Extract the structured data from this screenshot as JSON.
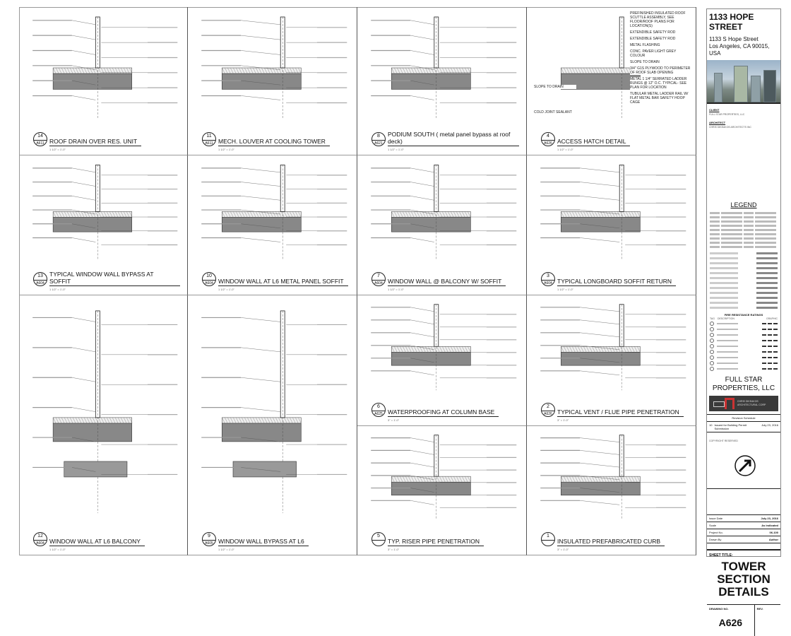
{
  "sheet": {
    "details": [
      {
        "num": "14",
        "ref": "A611",
        "title": "ROOF DRAIN OVER RES. UNIT",
        "scale": "1 1/2\" = 1'-0\""
      },
      {
        "num": "11",
        "ref": "A611",
        "title": "MECH. LOUVER AT COOLING TOWER",
        "scale": "1 1/2\" = 1'-0\""
      },
      {
        "num": "8",
        "ref": "A621",
        "title": "PODIUM SOUTH ( metal panel bypass at roof deck)",
        "scale": "1 1/2\" = 1'-0\""
      },
      {
        "num": "4",
        "ref": "A626",
        "title": "ACCESS HATCH DETAIL",
        "scale": "1 1/2\" = 1'-0\""
      },
      {
        "num": "13",
        "ref": "A604",
        "title": "TYPICAL WINDOW WALL BYPASS AT SOFFIT",
        "scale": "1 1/2\" = 1'-0\""
      },
      {
        "num": "10",
        "ref": "A604",
        "title": "WINDOW WALL AT L6 METAL PANEL SOFFIT",
        "scale": "1 1/2\" = 1'-0\""
      },
      {
        "num": "7",
        "ref": "A604",
        "title": "WINDOW WALL @ BALCONY W/ SOFFIT",
        "scale": "1 1/2\" = 1'-0\""
      },
      {
        "num": "3",
        "ref": "A604",
        "title": "TYPICAL LONGBOARD SOFFIT RETURN",
        "scale": "1 1/2\" = 1'-0\""
      },
      {
        "num": "12",
        "ref": "A604",
        "title": "WINDOW WALL AT L6 BALCONY",
        "scale": "1 1/2\" = 1'-0\""
      },
      {
        "num": "9",
        "ref": "A605",
        "title": "WINDOW WALL BYPASS AT L6",
        "scale": "1 1/2\" = 1'-0\""
      },
      {
        "num": "6",
        "ref": "A625",
        "title": "WATERPROOFING AT COLUMN BASE",
        "scale": "3\" = 1'-0\""
      },
      {
        "num": "2",
        "ref": "A626",
        "title": "TYPICAL VENT / FLUE PIPE PENETRATION",
        "scale": "3\" = 1'-0\""
      },
      {
        "num": "5",
        "ref": "",
        "title": "TYP. RISER PIPE PENETRATION",
        "scale": "3\" = 1'-0\""
      },
      {
        "num": "1",
        "ref": "",
        "title": "INSULATED PREFABRICATED CURB",
        "scale": "3\" = 1'-0\""
      }
    ],
    "access_hatch_callouts": [
      "PREFINISHED INSULATED ROOF SCUTTLE ASSEMBLY, SEE FLOOR/ROOF PLANS FOR LOCATION(S)",
      "EXTENDIBLE SAFETY ROD",
      "EXTENDIBLE SAFETY ROD",
      "METAL FLASHING",
      "CONC. PAVER LIGHT GREY COLOUR",
      "SLOPE TO DRAIN",
      "SLOPE TO DRAIN",
      "COLD JOINT SEALANT",
      "3/4\" G1S PLYWOOD TO PERIMETER OF ROOF SLAB OPENING",
      "METAL 1 1/4\" SERRATED LADDER RUNGS @ 12\" O.C. TYPICAL- SEE PLAN FOR LOCATION",
      "TUBULAR METAL LADDER RAIL W/ FLAT METAL BAR SAFETY HOOP CAGE"
    ]
  },
  "title_block": {
    "project": "1133 HOPE STREET",
    "address_1": "1133 S Hope Street",
    "address_2": "Los Angeles, CA 90015, USA",
    "client_heading": "CLIENT",
    "client_name": "FULL STAR PROPERTIES, LLC",
    "architect_heading": "ARCHITECT",
    "architect_name": "CHRIS DIKEAKOS ARCHITECTS INC",
    "legend_title": "LEGEND",
    "fire_heading": "FIRE RESISTANCE RATINGS",
    "fire_cols": [
      "TAG",
      "DESCRIPTION",
      "GRAPHIC"
    ],
    "owner": "FULL STAR PROPERTIES, LLC",
    "logo_text": "CHRIS DIKEAKOS ARCHITECTURAL CORP",
    "revision_heading": "Revision Schedule",
    "revision": {
      "no": "10",
      "desc": "Issued for Building Permit Submission",
      "date": "July 23, 2016"
    },
    "copyright_heading": "COPYRIGHT RESERVED",
    "issue_date_label": "Issue Date",
    "issue_date": "July 23, 2016",
    "scale_label": "Scale",
    "scale": "As indicated",
    "project_no_label": "Project No.",
    "project_no": "06-100",
    "drawn_by_label": "Drawn By",
    "drawn_by": "Author",
    "sheet_title_label": "SHEET TITLE:",
    "sheet_title": [
      "TOWER",
      "SECTION",
      "DETAILS"
    ],
    "drawing_no_label": "DRAWING NO.",
    "drawing_no": "A626",
    "rev_label": "REV."
  }
}
